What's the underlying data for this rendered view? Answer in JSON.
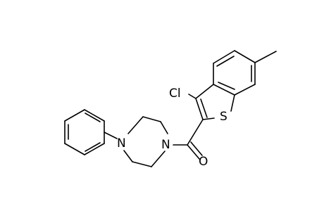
{
  "molecule": {
    "atoms": {
      "chlorine": "Cl",
      "sulfur": "S",
      "oxygen": "O",
      "nitrogen_amide": "N",
      "nitrogen_phenyl": "N"
    }
  }
}
